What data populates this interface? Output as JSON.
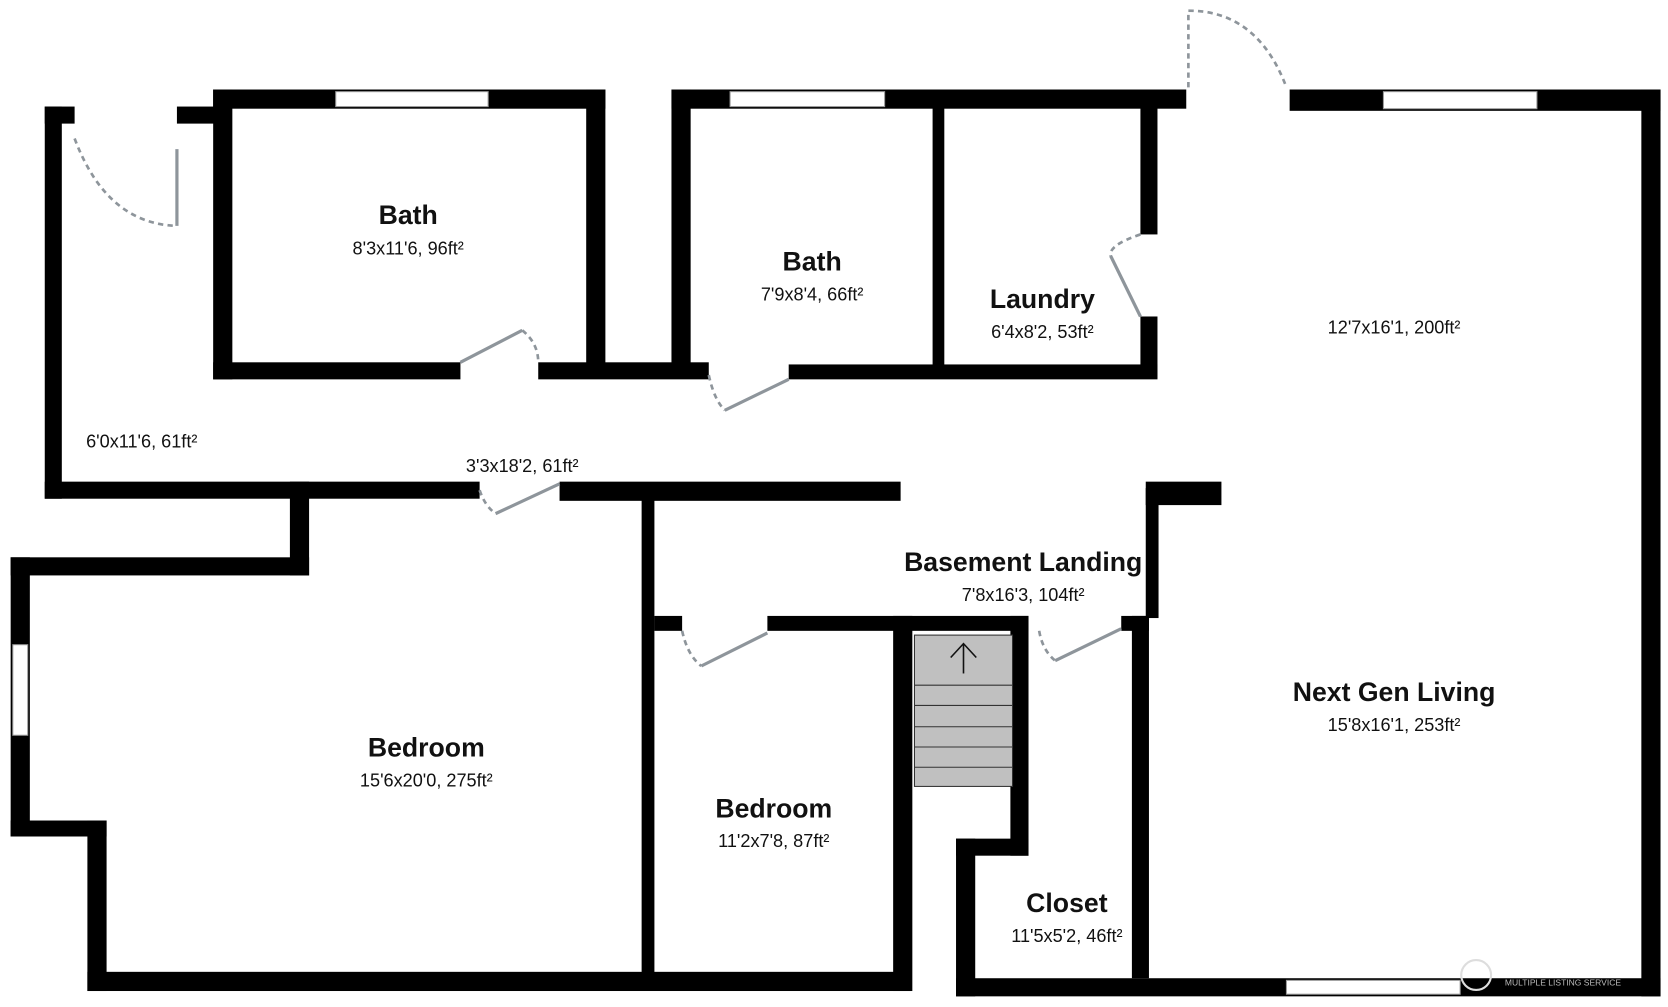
{
  "rooms": [
    {
      "name": "Bath",
      "dims": "8'3x11'6, 96ft²"
    },
    {
      "name": "Bath",
      "dims": "7'9x8'4, 66ft²"
    },
    {
      "name": "Laundry",
      "dims": "6'4x8'2, 53ft²"
    },
    {
      "name": "",
      "dims": "12'7x16'1, 200ft²"
    },
    {
      "name": "",
      "dims": "6'0x11'6, 61ft²"
    },
    {
      "name": "",
      "dims": "3'3x18'2, 61ft²"
    },
    {
      "name": "Basement Landing",
      "dims": "7'8x16'3, 104ft²"
    },
    {
      "name": "Next Gen Living",
      "dims": "15'8x16'1, 253ft²"
    },
    {
      "name": "Bedroom",
      "dims": "15'6x20'0, 275ft²"
    },
    {
      "name": "Bedroom",
      "dims": "11'2x7'8, 87ft²"
    },
    {
      "name": "Closet",
      "dims": "11'5x5'2, 46ft²"
    }
  ],
  "watermark": "MULTIPLE LISTING SERVICE",
  "colors": {
    "wall": "#000000",
    "stairs": "#c0c0c0",
    "door": "#8e959b"
  }
}
